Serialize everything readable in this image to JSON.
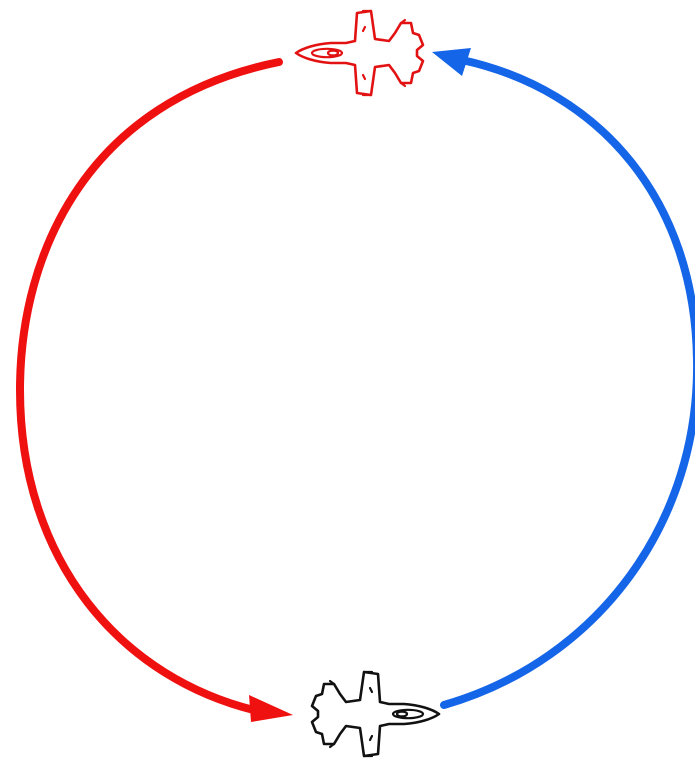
{
  "colors": {
    "background": "#ffffff",
    "left_arc": "#ef1010",
    "right_arc": "#1565e8",
    "top_jet": "#e31212",
    "bottom_jet": "#111111"
  },
  "icons": {
    "top_jet": "fighter-jet-icon",
    "bottom_jet": "fighter-jet-icon",
    "left_arrowhead": "arrowhead-icon",
    "right_arrowhead": "arrowhead-icon"
  },
  "diagram": {
    "top_jet_heading": "west",
    "bottom_jet_heading": "east",
    "left_arc_direction": "counter-clockwise",
    "right_arc_direction": "counter-clockwise"
  }
}
